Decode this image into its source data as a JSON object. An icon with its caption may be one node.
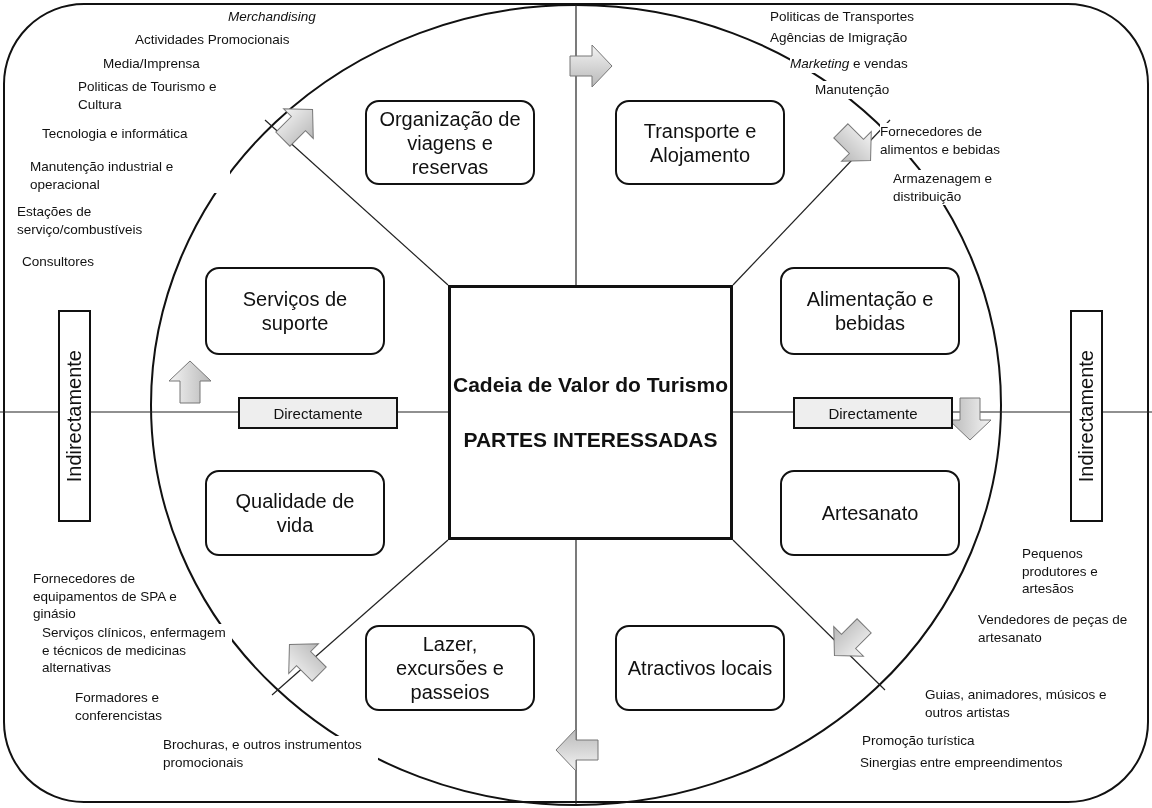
{
  "diagram": {
    "nodes": [
      {
        "text": [
          "Organização de viagens e reservas"
        ]
      },
      {
        "text": [
          "Transporte e Alojamento"
        ]
      },
      {
        "text": [
          "Serviços de suporte"
        ]
      },
      {
        "text": [
          "Alimentação e bebidas"
        ]
      },
      {
        "text": [
          "Indirectamente"
        ]
      },
      {
        "text": [
          "Cadeia de Valor do Turismo",
          "PARTES INTERESSADAS"
        ]
      },
      {
        "text": [
          "Indirectamente"
        ]
      },
      {
        "text": [
          "Directamente"
        ]
      },
      {
        "text": [
          "Directamente"
        ]
      },
      {
        "text": [
          "Qualidade de vida"
        ]
      },
      {
        "text": [
          "Artesanato"
        ]
      },
      {
        "text": [
          "Lazer, excursões e passeios"
        ]
      },
      {
        "text": [
          "Atractivos locais"
        ]
      }
    ],
    "labels": [
      "Merchandising",
      "Actividades Promocionais",
      "Media/Imprensa",
      "Politicas de Tourismo e Cultura",
      "Tecnologia e informática",
      "Manutenção industrial e operacional",
      "Estações de serviço/combustíveis",
      "Consultores",
      "Politicas de Transportes",
      "Agências de Imigração",
      "*Marketing* e vendas",
      "Manutenção",
      "Fornecedores de alimentos e bebidas",
      "Armazenagem e distribuição",
      "Fornecedores de equipamentos de SPA e ginásio",
      "Serviços clínicos, enfermagem e técnicos de medicinas alternativas",
      "Formadores e conferencistas",
      "Brochuras, e outros instrumentos promocionais",
      "Pequenos produtores e artesãos",
      "Vendedores de peças de artesanato",
      "Guias, animadores, músicos e outros artistas",
      "Promoção turística",
      "Sinergias entre empreendimentos"
    ]
  }
}
